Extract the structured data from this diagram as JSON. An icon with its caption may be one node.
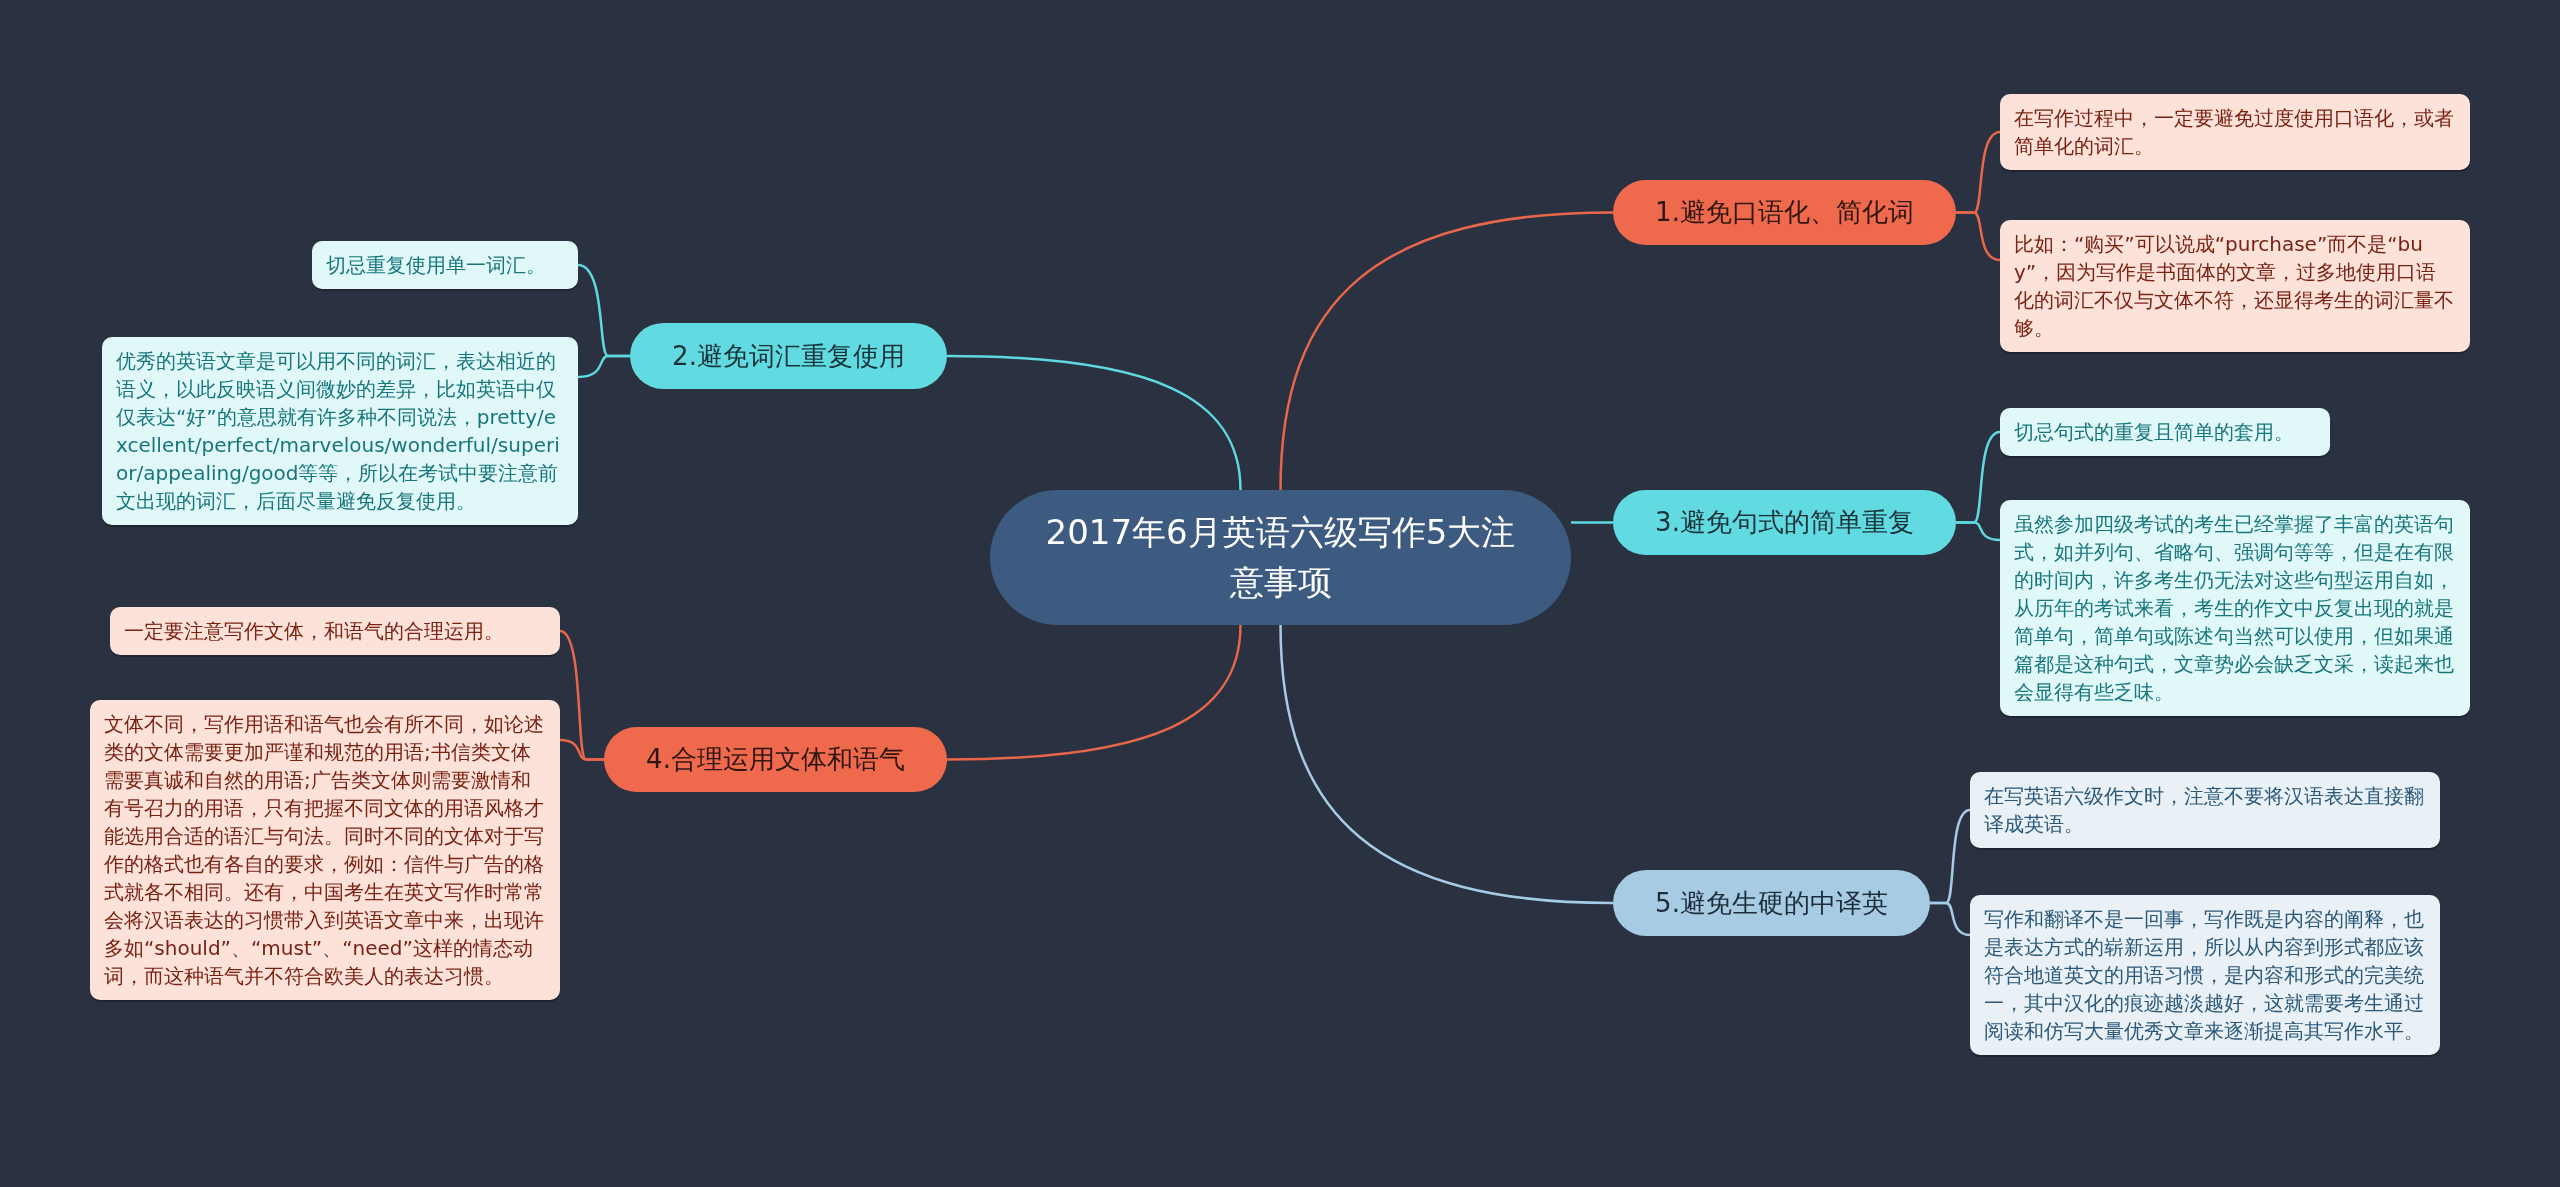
{
  "diagram": {
    "nodes": [
      {
        "text": [
          "2017年6月英语六级写作5大注意事项"
        ]
      },
      {
        "text": [
          "1.避免口语化、简化词"
        ]
      },
      {
        "text": [
          "在写作过程中，一定要避免过度使用口语化，或者简单化的词汇。"
        ]
      },
      {
        "text": [
          "比如：“购买”可以说成“purchase”而不是“buy”，因为写作是书面体的文章，过多地使用口语化的词汇不仅与文体不符，还显得考生的词汇量不够。"
        ]
      },
      {
        "text": [
          "2.避免词汇重复使用"
        ]
      },
      {
        "text": [
          "切忌重复使用单一词汇。"
        ]
      },
      {
        "text": [
          "优秀的英语文章是可以用不同的词汇，表达相近的语义，以此反映语义间微妙的差异，比如英语中仅仅表达“好”的意思就有许多种不同说法，pretty/excellent/perfect/marvelous/wonderful/superior/appealing/good等等，所以在考试中要注意前文出现的词汇，后面尽量避免反复使用。"
        ]
      },
      {
        "text": [
          "3.避免句式的简单重复"
        ]
      },
      {
        "text": [
          "切忌句式的重复且简单的套用。"
        ]
      },
      {
        "text": [
          "虽然参加四级考试的考生已经掌握了丰富的英语句式，如并列句、省略句、强调句等等，但是在有限的时间内，许多考生仍无法对这些句型运用自如，从历年的考试来看，考生的作文中反复出现的就是简单句，简单句或陈述句当然可以使用，但如果通篇都是这种句式，文章势必会缺乏文采，读起来也会显得有些乏味。"
        ]
      },
      {
        "text": [
          "4.合理运用文体和语气"
        ]
      },
      {
        "text": [
          "一定要注意写作文体，和语气的合理运用。"
        ]
      },
      {
        "text": [
          "文体不同，写作用语和语气也会有所不同，如论述类的文体需要更加严谨和规范的用语;书信类文体需要真诚和自然的用语;广告类文体则需要激情和有号召力的用语，只有把握不同文体的用语风格才能选用合适的语汇与句法。同时不同的文体对于写作的格式也有各自的要求，例如：信件与广告的格式就各不相同。还有，中国考生在英文写作时常常会将汉语表达的习惯带入到英语文章中来，出现许多如“should”、“must”、“need”这样的情态动词，而这种语气并不符合欧美人的表达习惯。"
        ]
      },
      {
        "text": [
          "5.避免生硬的中译英"
        ]
      },
      {
        "text": [
          "在写英语六级作文时，注意不要将汉语表达直接翻译成英语。"
        ]
      },
      {
        "text": [
          "写作和翻译不是一回事，写作既是内容的阐释，也是表达方式的崭新运用，所以从内容到形式都应该符合地道英文的用语习惯，是内容和形式的完美统一，其中汉化的痕迹越淡越好，这就需要考生通过阅读和仿写大量优秀文章来逐渐提高其写作水平。"
        ]
      }
    ],
    "edges": [
      {
        "from": 0,
        "to": 1,
        "arrow": "none",
        "color": "#e8674a"
      },
      {
        "from": 1,
        "to": 2,
        "arrow": "none",
        "color": "#e8674a"
      },
      {
        "from": 1,
        "to": 3,
        "arrow": "none",
        "color": "#e8674a"
      },
      {
        "from": 0,
        "to": 4,
        "arrow": "none",
        "color": "#5fd8e0"
      },
      {
        "from": 4,
        "to": 5,
        "arrow": "none",
        "color": "#5fd8e0"
      },
      {
        "from": 4,
        "to": 6,
        "arrow": "none",
        "color": "#5fd8e0"
      },
      {
        "from": 0,
        "to": 7,
        "arrow": "none",
        "color": "#5fd8e0"
      },
      {
        "from": 7,
        "to": 8,
        "arrow": "none",
        "color": "#5fd8e0"
      },
      {
        "from": 7,
        "to": 9,
        "arrow": "none",
        "color": "#5fd8e0"
      },
      {
        "from": 0,
        "to": 10,
        "arrow": "none",
        "color": "#e8674a"
      },
      {
        "from": 10,
        "to": 11,
        "arrow": "none",
        "color": "#e8674a"
      },
      {
        "from": 10,
        "to": 12,
        "arrow": "none",
        "color": "#e8674a"
      },
      {
        "from": 0,
        "to": 13,
        "arrow": "none",
        "color": "#a6cbe5"
      },
      {
        "from": 13,
        "to": 14,
        "arrow": "none",
        "color": "#a6cbe5"
      },
      {
        "from": 13,
        "to": 15,
        "arrow": "none",
        "color": "#a6cbe5"
      }
    ]
  }
}
